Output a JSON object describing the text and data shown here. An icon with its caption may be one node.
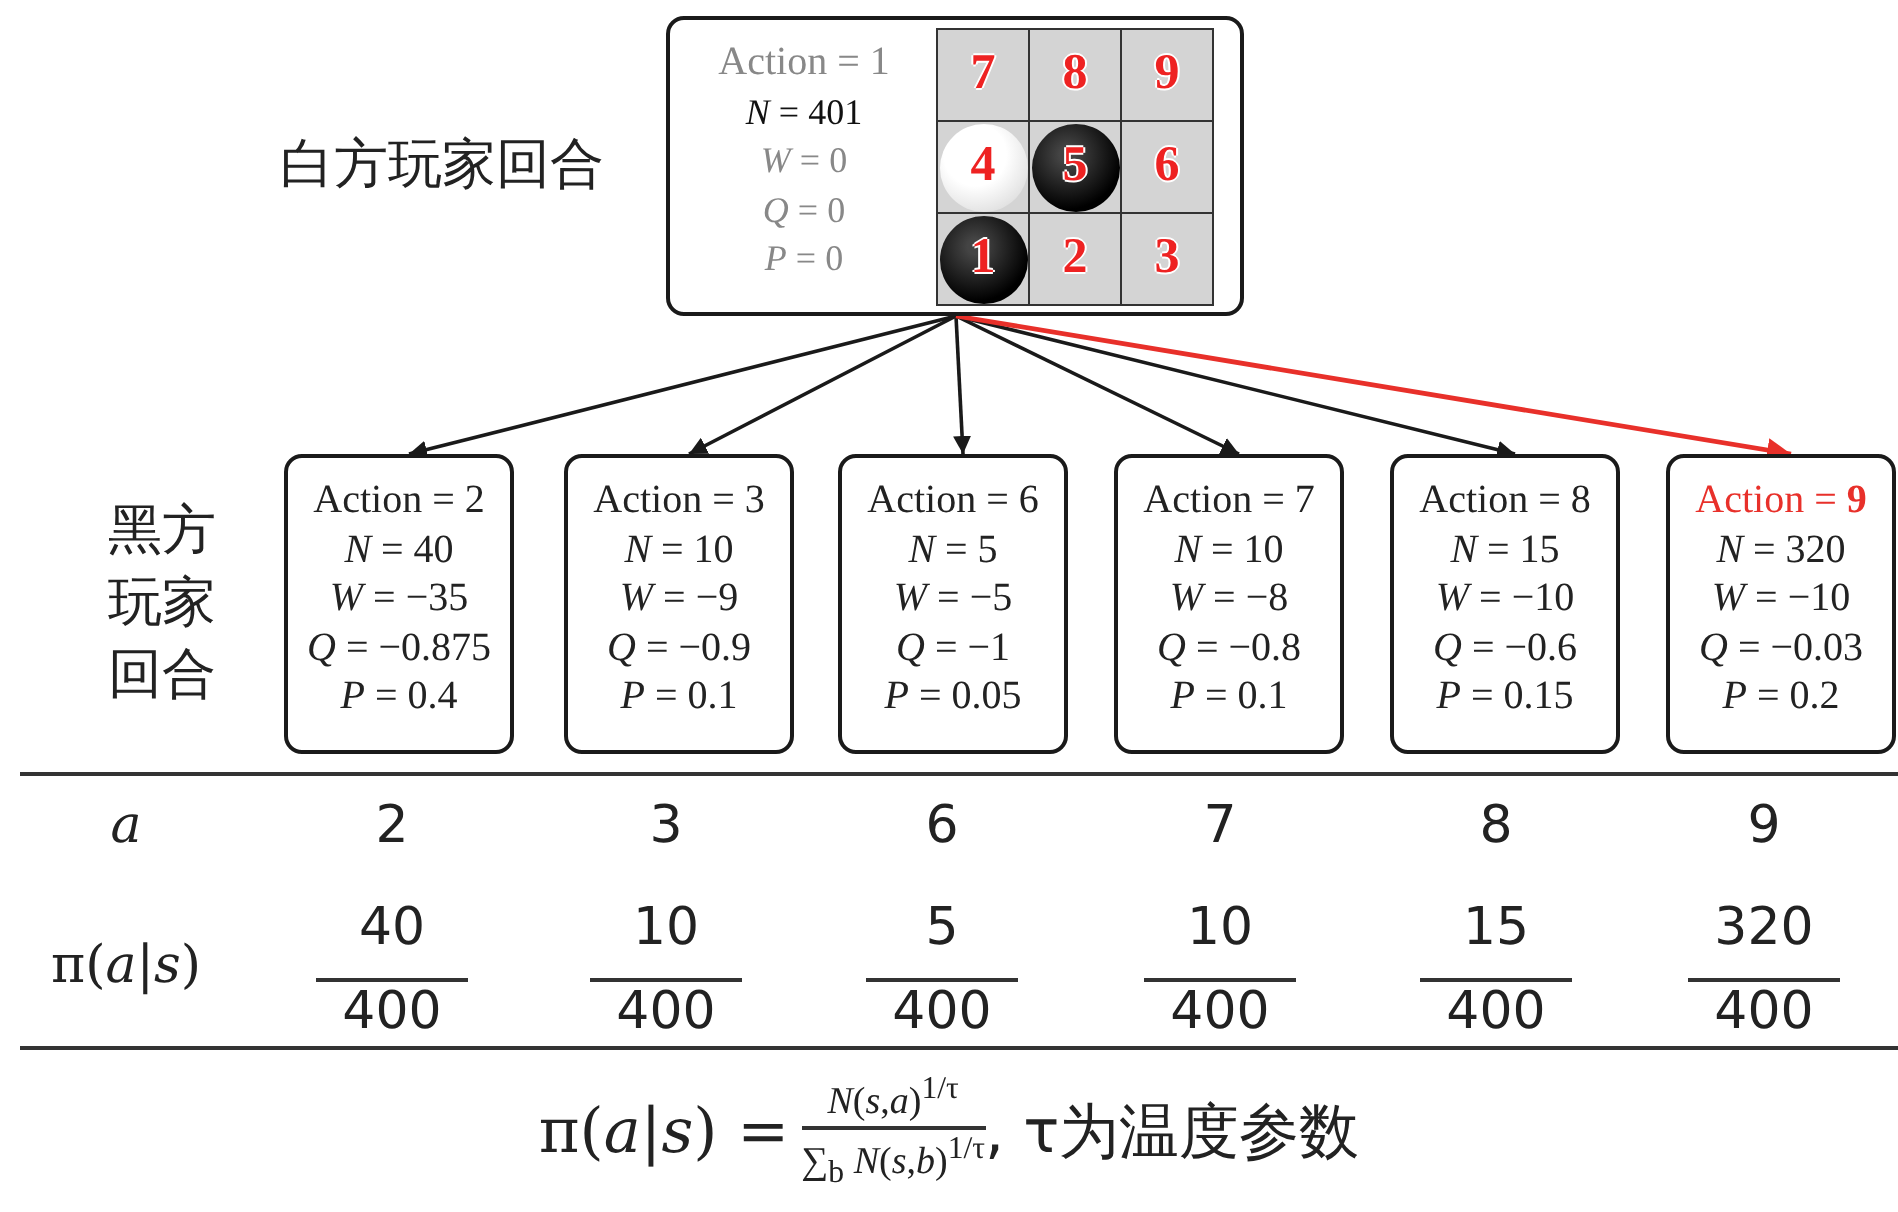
{
  "diagram": {
    "nodes": [
      {
        "text": [
          "Action = 1",
          "*N* = 401",
          "*W* = 0",
          "*Q* = 0",
          "*P* = 0"
        ],
        "beside": [
          "白方玩家回合"
        ]
      },
      {
        "text": [
          "7"
        ],
        "in": 0
      },
      {
        "text": [
          "8"
        ],
        "in": 0
      },
      {
        "text": [
          "9"
        ],
        "in": 0
      },
      {
        "text": [
          "4"
        ],
        "in": 0
      },
      {
        "text": [
          "5"
        ],
        "in": 0
      },
      {
        "text": [
          "6"
        ],
        "in": 0
      },
      {
        "text": [
          "1"
        ],
        "in": 0
      },
      {
        "text": [
          "2"
        ],
        "in": 0
      },
      {
        "text": [
          "3"
        ],
        "in": 0
      },
      {
        "text": [
          "Action = 2",
          "*N* = 40",
          "*W* = −35",
          "*Q* = −0.875",
          "*P* = 0.4"
        ]
      },
      {
        "text": [
          "Action = 3",
          "*N* = 10",
          "*W* = −9",
          "*Q* = −0.9",
          "*P* = 0.1"
        ]
      },
      {
        "text": [
          "Action = 6",
          "*N* = 5",
          "*W* = −5",
          "*Q* = −1",
          "*P* = 0.05"
        ]
      },
      {
        "text": [
          "Action = 7",
          "*N* = 10",
          "*W* = −8",
          "*Q* = −0.8",
          "*P* = 0.1"
        ]
      },
      {
        "text": [
          "Action = 8",
          "*N* = 15",
          "*W* = −10",
          "*Q* = −0.6",
          "*P* = 0.15"
        ]
      },
      {
        "text": [
          "Action = **9**",
          "*N* = 320",
          "*W* = −10",
          "*Q* = −0.03",
          "*P* = 0.2"
        ]
      }
    ],
    "edges": [
      {
        "from": 0,
        "to": 10,
        "arrow": "to"
      },
      {
        "from": 0,
        "to": 11,
        "arrow": "to"
      },
      {
        "from": 0,
        "to": 12,
        "arrow": "to"
      },
      {
        "from": 0,
        "to": 13,
        "arrow": "to"
      },
      {
        "from": 0,
        "to": 14,
        "arrow": "to"
      },
      {
        "from": 0,
        "to": 15,
        "arrow": "to",
        "color": "#e8302a"
      }
    ],
    "labels": [
      "黑方玩家回合",
      "a",
      "2",
      "3",
      "6",
      "7",
      "8",
      "9",
      "π(*a*|*s*)",
      "40",
      "400",
      "10",
      "400",
      "5",
      "400",
      "10",
      "400",
      "15",
      "400",
      "320",
      "400",
      "π(*a*|*s*) =",
      "*N*(*s*,*a*)$^{1/τ}$",
      "∑$_{b}$ *N*(*s*,*b*)$^{1/τ}$",
      ", τ为温度参数"
    ]
  }
}
